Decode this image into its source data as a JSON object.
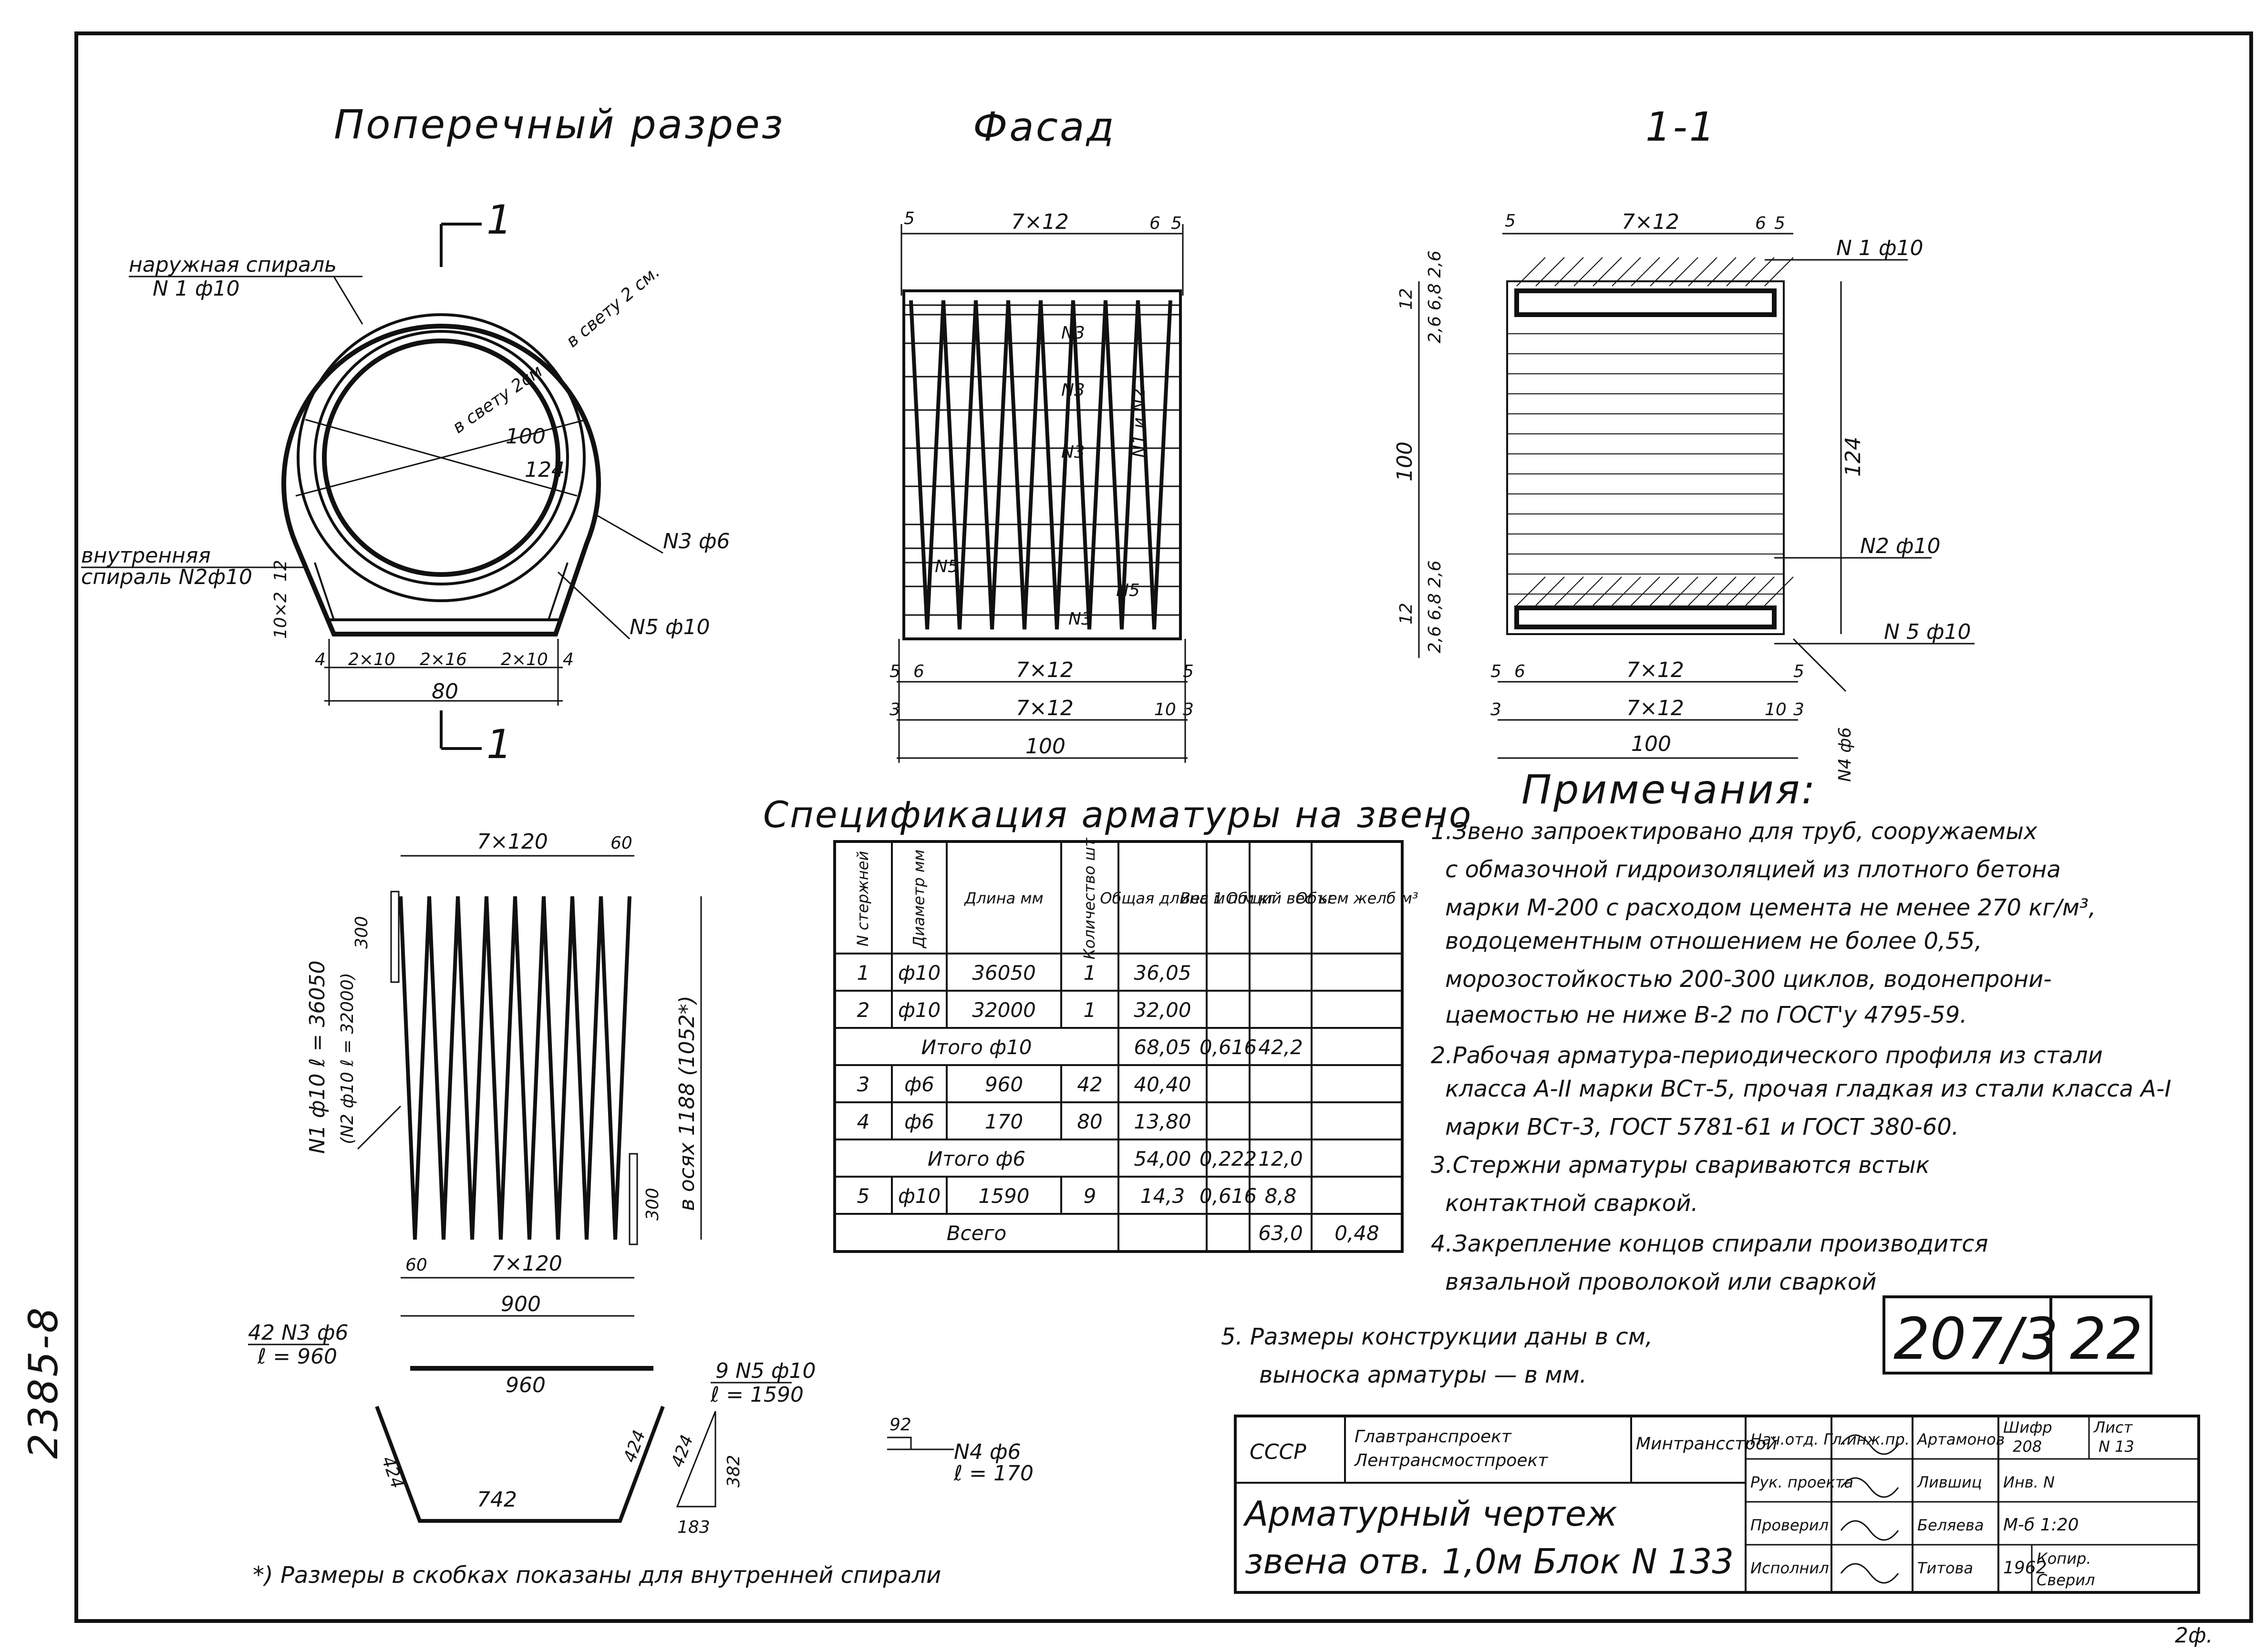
{
  "sheet_side_code": "2385-8",
  "sheet_corner": "2ф.",
  "views": {
    "cross_section": {
      "title": "Поперечный разрез",
      "cut_mark": "1",
      "outer_spiral_label": "наружная спираль",
      "outer_spiral_bar": "N 1 ф10",
      "clear_1": "в свету 2 см.",
      "clear_2": "в свету 2см",
      "dia_inner": "100",
      "dia_outer": "124",
      "inner_spiral_label": "внутренняя",
      "inner_spiral_label2": "спираль N2ф10",
      "bar_n3": "N3 ф6",
      "bar_n5": "N5 ф10",
      "dim_12": "12",
      "dim_10x2": "10×2",
      "bottom_dims": [
        "4",
        "2×10",
        "2×16",
        "2×10",
        "4"
      ],
      "width": "80"
    },
    "facade": {
      "title": "Фасад",
      "top_dims": [
        "5",
        "7×12",
        "6",
        "5"
      ],
      "mid_dims": [
        "5",
        "6",
        "7×12",
        "5"
      ],
      "bot_dims": [
        "3",
        "7×12",
        "10",
        "3"
      ],
      "total": "100",
      "labels": [
        "N3",
        "N3",
        "N3",
        "N1 и N2",
        "N5",
        "N5",
        "N3"
      ]
    },
    "section_1_1": {
      "title": "1-1",
      "top_dims": [
        "5",
        "7×12",
        "6",
        "5"
      ],
      "n1": "N 1 ф10",
      "n2": "N2 ф10",
      "n5": "N 5 ф10",
      "n4": "N4 ф6",
      "left_top": "12",
      "left_top_sub": "2,6 6,8 2,6",
      "left_mid": "100",
      "left_bot": "12",
      "left_bot_sub": "2,6 6,8 2,6",
      "right": "124",
      "mid_dims": [
        "5",
        "6",
        "7×12",
        "5"
      ],
      "bot_dims": [
        "3",
        "7×12",
        "10",
        "3"
      ],
      "total": "100"
    },
    "spiral": {
      "top_dims": [
        "7×120",
        "60"
      ],
      "bot_dims": [
        "60",
        "7×120"
      ],
      "width": "900",
      "end_dim_top": "300",
      "end_dim_bot": "300",
      "left_label": "N1 ф10  ℓ = 36050",
      "left_label2": "(N2 ф10  ℓ = 32000)",
      "right_label": "в осях 1188 (1052*)"
    },
    "bars": {
      "n3_label": "42 N3 ф6",
      "n3_len": "ℓ = 960",
      "n3_dim": "960",
      "n5_label": "9 N5 ф10",
      "n5_len": "ℓ = 1590",
      "n5_dims": [
        "424",
        "742",
        "424"
      ],
      "tri_dims": [
        "424",
        "382",
        "183"
      ],
      "n4_top": "92",
      "n4_label": "N4 ф6",
      "n4_len": "ℓ = 170"
    }
  },
  "spec": {
    "title": "Спецификация арматуры на звено",
    "headers": [
      "N стержней",
      "Диаметр мм",
      "Длина мм",
      "Количество шт",
      "Общая длина м",
      "Вес 1 п.м кг",
      "Общий вес кг",
      "Объем желб м³"
    ],
    "rows": [
      {
        "n": "1",
        "d": "ф10",
        "len": "36050",
        "qty": "1",
        "total": "36,05",
        "w1": "",
        "w": "",
        "v": ""
      },
      {
        "n": "2",
        "d": "ф10",
        "len": "32000",
        "qty": "1",
        "total": "32,00",
        "w1": "",
        "w": "",
        "v": ""
      },
      {
        "sum": "Итого ф10",
        "total": "68,05",
        "w1": "0,616",
        "w": "42,2",
        "v": ""
      },
      {
        "n": "3",
        "d": "ф6",
        "len": "960",
        "qty": "42",
        "total": "40,40",
        "w1": "",
        "w": "",
        "v": ""
      },
      {
        "n": "4",
        "d": "ф6",
        "len": "170",
        "qty": "80",
        "total": "13,80",
        "w1": "",
        "w": "",
        "v": ""
      },
      {
        "sum": "Итого ф6",
        "total": "54,00",
        "w1": "0,222",
        "w": "12,0",
        "v": ""
      },
      {
        "n": "5",
        "d": "ф10",
        "len": "1590",
        "qty": "9",
        "total": "14,3",
        "w1": "0,616",
        "w": "8,8",
        "v": ""
      },
      {
        "sum": "Всего",
        "total": "",
        "w1": "",
        "w": "63,0",
        "v": "0,48"
      }
    ]
  },
  "notes": {
    "title": "Примечания:",
    "lines": [
      "1.Звено запроектировано для труб, сооружаемых",
      "с обмазочной гидроизоляцией из плотного бетона",
      "марки М-200 с расходом цемента не менее 270 кг/м³,",
      "водоцементным отношением не более 0,55,",
      "морозостойкостью 200-300 циклов, водонепрони-",
      "цаемостью не ниже В-2 по ГОСТ'у 4795-59.",
      "2.Рабочая арматура-периодического профиля из стали",
      "класса А-II марки ВСт-5, прочая гладкая из стали класса А-I",
      "марки ВСт-3, ГОСТ 5781-61 и ГОСТ 380-60.",
      "3.Стержни арматуры свариваются встык",
      "контактной сваркой.",
      "4.Закрепление концов спирали производится",
      "вязальной проволокой или сваркой",
      "5. Размеры конструкции даны в см,",
      "выноска арматуры — в мм."
    ],
    "footnote": "*) Размеры в скобках показаны для внутренней спирали"
  },
  "stamp": {
    "series": "207/3",
    "sheet_no": "22",
    "org1": "СССР",
    "org2": "Главтранспроект",
    "org3": "Лентрансмостпроект",
    "org4": "Минтрансстрой",
    "roles": [
      "Нач.отд. Гл.инж.пр.",
      "Рук. проекта",
      "Проверил",
      "Исполнил"
    ],
    "names": [
      "Артамонов",
      "Лившиц",
      "Беляева",
      "Титова"
    ],
    "sign": [
      "",
      "",
      "",
      ""
    ],
    "code_label": "Шифр",
    "code_val": "208",
    "list_label": "Лист",
    "list_val": "N 13",
    "inv": "Инв. N",
    "scale": "М-б 1:20",
    "year": "1962",
    "copy": "Копир.",
    "check": "Сверил",
    "drawing_title_1": "Арматурный чертеж",
    "drawing_title_2": "звена отв. 1,0м Блок N 133"
  }
}
